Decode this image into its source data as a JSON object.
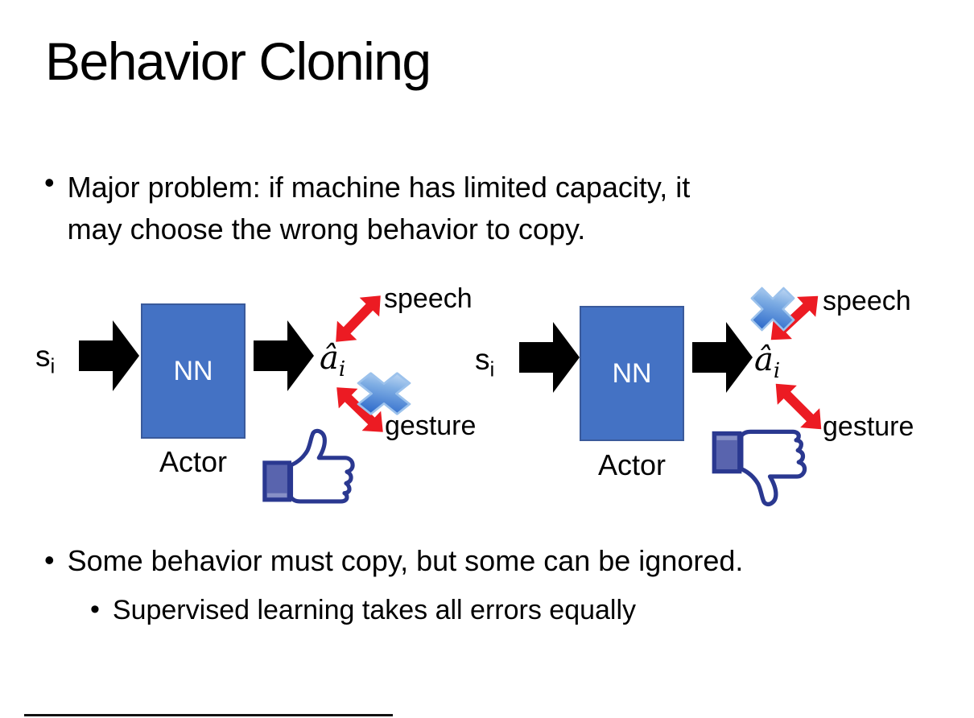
{
  "slide_title": "Behavior Cloning",
  "bullet_char": "•",
  "bullets": {
    "major_problem_line1": "Major problem: if machine has limited capacity, it",
    "major_problem_line2": "may choose the wrong behavior to copy.",
    "some_behavior": "Some behavior must copy, but some can be ignored.",
    "supervised": "Supervised learning takes all errors equally"
  },
  "diagram": {
    "state_label": "s",
    "state_subscript": "i",
    "nn_label": "NN",
    "actor_label": "Actor",
    "action_label": "â",
    "action_subscript": "i",
    "speech_label": "speech",
    "gesture_label": "gesture",
    "left_feedback_icon": "thumbs-up",
    "right_feedback_icon": "thumbs-down",
    "crossed_out_left": "gesture",
    "crossed_out_right": "speech"
  },
  "colors": {
    "background": "#FFFFFF",
    "text": "#000000",
    "nn_box_fill": "#4472C4",
    "nn_box_border": "#3A5A9B",
    "nn_text": "#FFFFFF",
    "black_arrow": "#000000",
    "red_arrow": "#EC1B23",
    "cross_blue": "#3D79D2",
    "icon_outline_navy": "#2A3890",
    "icon_cuff_fill": "#5964AE"
  }
}
